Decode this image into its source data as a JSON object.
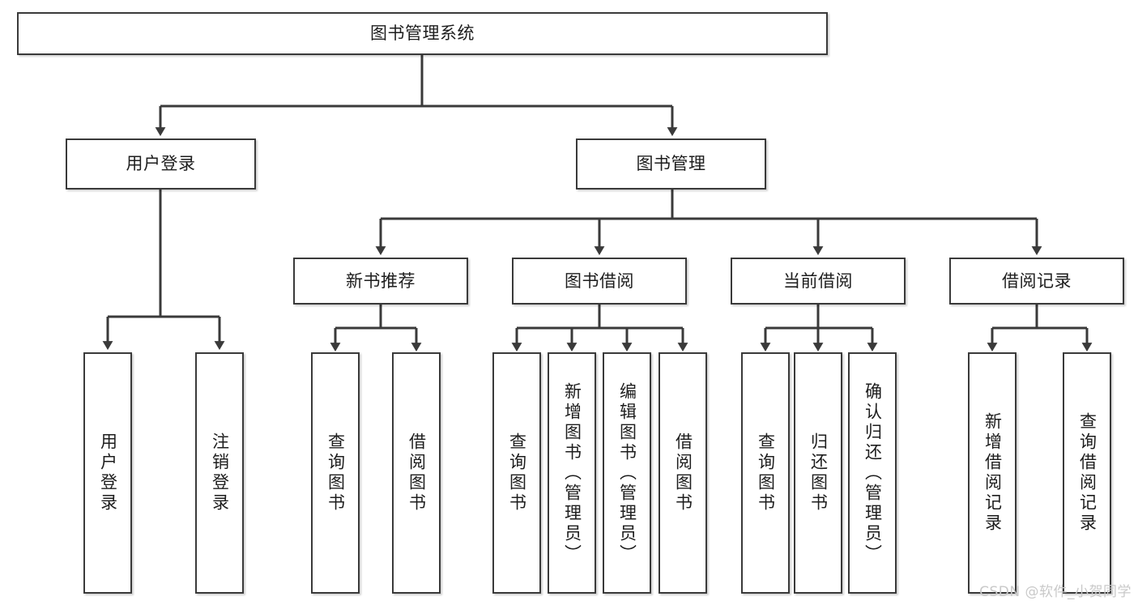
{
  "diagram": {
    "title": "图书管理系统",
    "type": "tree-hierarchy-diagram",
    "orientation": "top-down",
    "colors": {
      "background": "#ffffff",
      "node_border": "#3a3a3a",
      "node_fill": "#ffffff",
      "edge": "#3a3a3a",
      "text": "#1d1d1d",
      "watermark": "#c9c9c9"
    },
    "root": {
      "label": "图书管理系统"
    },
    "level2": [
      {
        "label": "用户登录"
      },
      {
        "label": "图书管理"
      }
    ],
    "level3": [
      {
        "label": "新书推荐"
      },
      {
        "label": "图书借阅"
      },
      {
        "label": "当前借阅"
      },
      {
        "label": "借阅记录"
      }
    ],
    "leaves": {
      "user_login": [
        {
          "label": "用户登录"
        },
        {
          "label": "注销登录"
        }
      ],
      "new_book_recommend": [
        {
          "label": "查询图书"
        },
        {
          "label": "借阅图书"
        }
      ],
      "book_borrow": [
        {
          "label": "查询图书"
        },
        {
          "label": "新增图书（管理员）"
        },
        {
          "label": "编辑图书（管理员）"
        },
        {
          "label": "借阅图书"
        }
      ],
      "current_borrow": [
        {
          "label": "查询图书"
        },
        {
          "label": "归还图书"
        },
        {
          "label": "确认归还（管理员）"
        }
      ],
      "borrow_record": [
        {
          "label": "新增借阅记录"
        },
        {
          "label": "查询借阅记录"
        }
      ]
    },
    "watermark": "CSDN @软件_小贺同学"
  }
}
